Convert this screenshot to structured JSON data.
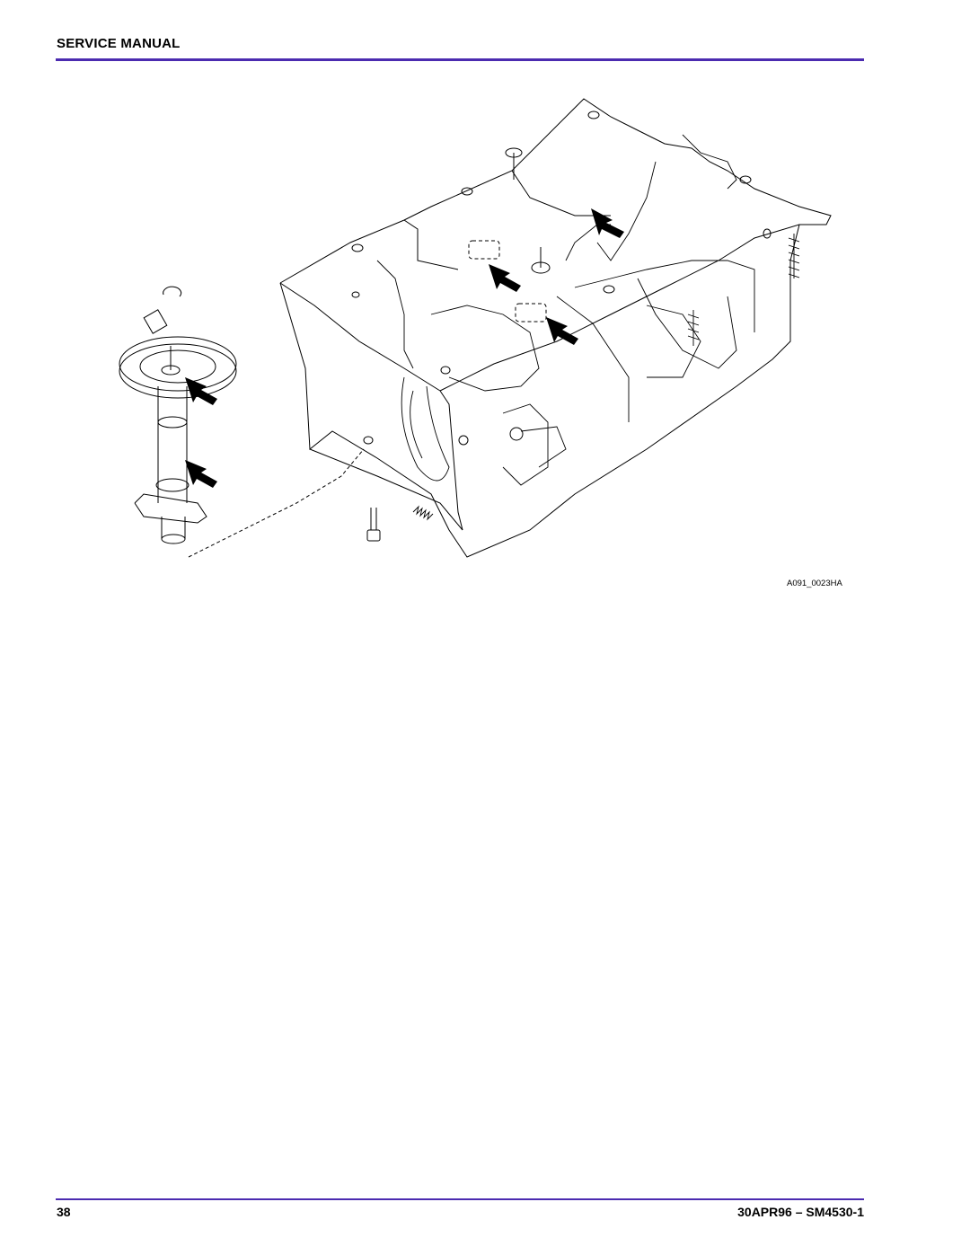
{
  "header": {
    "title": "SERVICE MANUAL",
    "rule_color": "#4b2bb0"
  },
  "figure": {
    "code": "A091_0023HA",
    "subject": "exploded mechanical drawing of chassis assembly with shaft and wheel, arrows marking removal points",
    "icons": [
      "arrow-icon",
      "arrow-icon",
      "arrow-icon",
      "arrow-icon",
      "arrow-icon"
    ]
  },
  "footer": {
    "page_number": "38",
    "doc_id": "30APR96 – SM4530-1"
  }
}
